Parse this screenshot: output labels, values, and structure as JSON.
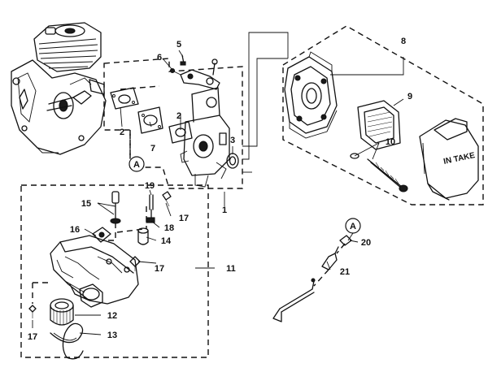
{
  "callouts": {
    "n1": "1",
    "n2a": "2",
    "n2b": "2",
    "n3": "3",
    "n5": "5",
    "n6": "6",
    "n7": "7",
    "n8": "8",
    "n9": "9",
    "n10": "10",
    "n11": "11",
    "n12": "12",
    "n13": "13",
    "n14": "14",
    "n15": "15",
    "n16": "16",
    "n17a": "17",
    "n17b": "17",
    "n17c": "17",
    "n18": "18",
    "n19": "19",
    "n20": "20",
    "n21": "21"
  },
  "reference_markers": {
    "a_left": "A",
    "a_right": "A"
  },
  "air_filter_cover_text": "IN TAKE"
}
